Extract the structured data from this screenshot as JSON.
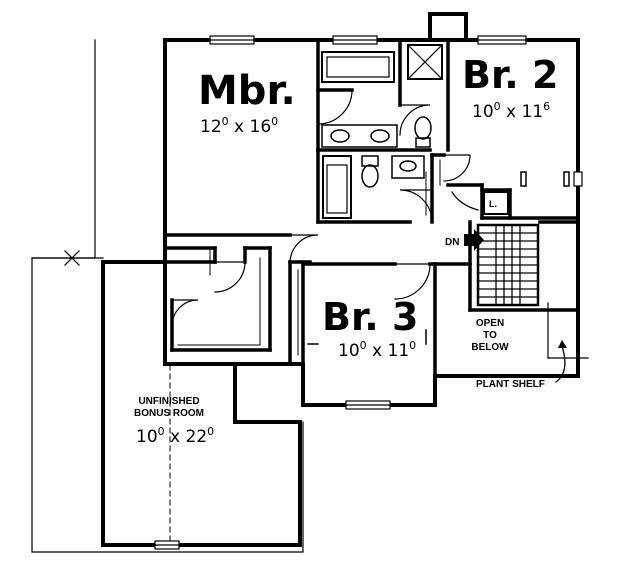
{
  "rooms": {
    "mbr": {
      "name": "Mbr.",
      "dim_a": "12",
      "dim_a_sup": "0",
      "dim_sep": " x ",
      "dim_b": "16",
      "dim_b_sup": "0"
    },
    "br2": {
      "name": "Br. 2",
      "dim_a": "10",
      "dim_a_sup": "0",
      "dim_sep": " x ",
      "dim_b": "11",
      "dim_b_sup": "6"
    },
    "br3": {
      "name": "Br. 3",
      "dim_a": "10",
      "dim_a_sup": "0",
      "dim_sep": " x ",
      "dim_b": "11",
      "dim_b_sup": "0"
    },
    "bonus": {
      "line1": "UNFINISHED",
      "line2": "BONUS ROOM",
      "dim_a": "10",
      "dim_a_sup": "0",
      "dim_sep": " x ",
      "dim_b": "22",
      "dim_b_sup": "0"
    }
  },
  "labels": {
    "dn": "DN",
    "open1": "OPEN",
    "open2": "TO",
    "open3": "BELOW",
    "plant_shelf": "PLANT SHELF",
    "linen": "L."
  },
  "colors": {
    "ink": "#000000",
    "paper": "#ffffff"
  }
}
